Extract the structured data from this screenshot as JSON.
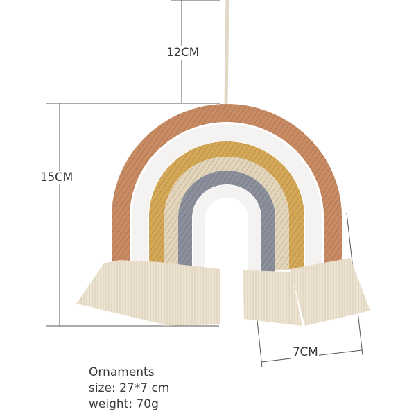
{
  "dimensions": {
    "hanger_length": "12CM",
    "height": "15CM",
    "width": "7CM"
  },
  "specs": {
    "title": "Ornaments",
    "size": "size: 27*7 cm",
    "weight": "weight: 70g"
  },
  "colors": {
    "terracotta": "#C88B63",
    "white": "#F4F3F1",
    "mustard": "#D4A857",
    "cream": "#E3D5BA",
    "gray": "#8C8F9C",
    "fringe": "#EDE3D0",
    "cord": "#E2D8C6",
    "dimension_line": "#555555"
  },
  "icons": {
    "product": "rainbow-macrame-wall-hanging"
  }
}
